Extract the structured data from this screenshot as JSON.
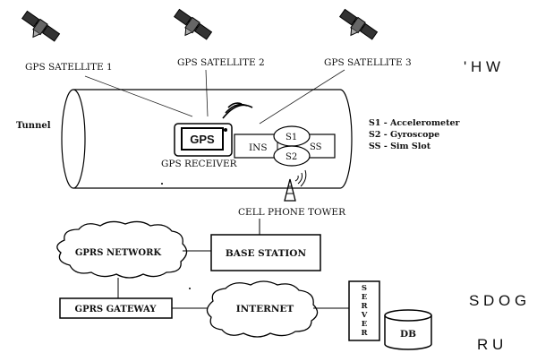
{
  "satellites": [
    {
      "label": "GPS SATELLITE 1"
    },
    {
      "label": "GPS SATELLITE 2"
    },
    {
      "label": "GPS SATELLITE  3"
    }
  ],
  "tunnel": {
    "label": "Tunnel"
  },
  "gps": {
    "box_label": "GPS",
    "receiver_label": "GPS RECEIVER"
  },
  "ins": {
    "label": "INS",
    "s1": "S1",
    "s2": "S2",
    "ss": "SS"
  },
  "legend": [
    "S1 - Accelerometer",
    "S2 - Gyroscope",
    "SS - Sim Slot"
  ],
  "tower": {
    "label": "CELL PHONE TOWER"
  },
  "gprs_network": {
    "label": "GPRS NETWORK"
  },
  "base_station": {
    "label": "BASE STATION"
  },
  "gprs_gateway": {
    "label": "GPRS GATEWAY"
  },
  "internet": {
    "label": "INTERNET"
  },
  "server": {
    "letters": [
      "S",
      "E",
      "R",
      "V",
      "E",
      "R"
    ]
  },
  "db": {
    "label": "DB"
  },
  "edge_fragments": [
    "' H W",
    "S D O G",
    "R U"
  ]
}
